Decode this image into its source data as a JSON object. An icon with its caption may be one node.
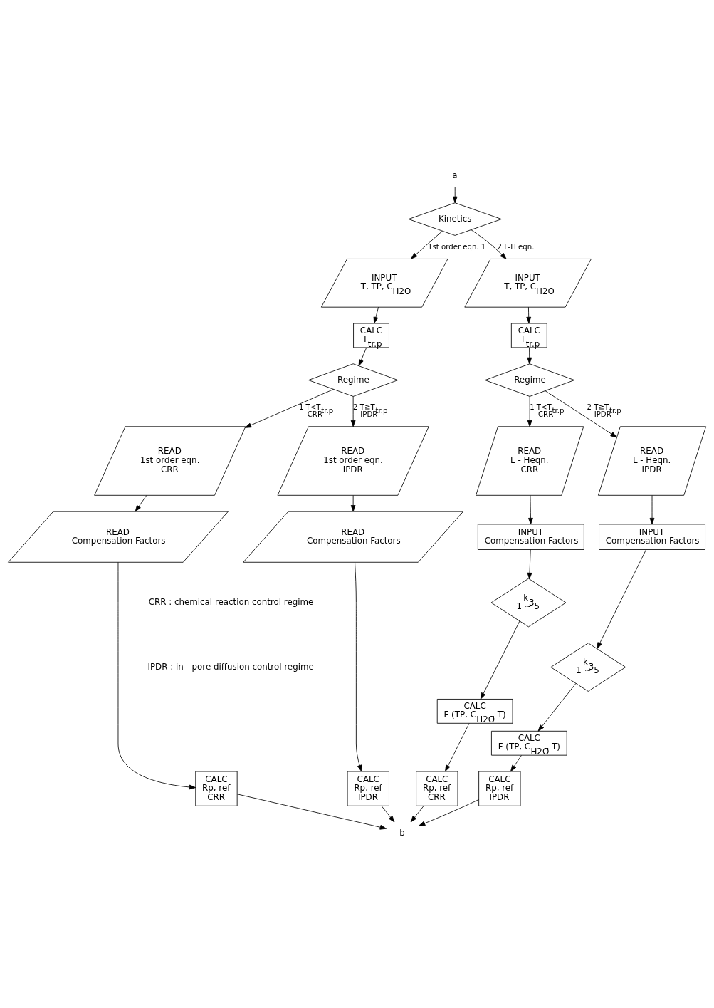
{
  "diagram": {
    "nodes": [
      {
        "text": [
          "a"
        ]
      },
      {
        "text": [
          "Kinetics"
        ]
      },
      {
        "text": [
          "INPUT",
          "T, TP, C$_{H2O}$"
        ]
      },
      {
        "text": [
          "CALC",
          "T$_{tr.p}$"
        ]
      },
      {
        "text": [
          "Regime"
        ]
      },
      {
        "text": [
          "READ",
          "1st order eqn.",
          "CRR"
        ]
      },
      {
        "text": [
          "READ",
          "1st order eqn.",
          "IPDR"
        ]
      },
      {
        "text": [
          "READ",
          "Compensation Factors"
        ]
      },
      {
        "text": [
          "READ",
          "Compensation Factors"
        ]
      },
      {
        "text": [
          "CALC",
          "Rp, ref",
          "CRR"
        ]
      },
      {
        "text": [
          "CALC",
          "Rp, ref",
          "IPDR"
        ]
      },
      {
        "text": [
          "INPUT",
          "T, TP, C$_{H2O}$"
        ]
      },
      {
        "text": [
          "CALC",
          "T$_{tr.p}$"
        ]
      },
      {
        "text": [
          "Regime"
        ]
      },
      {
        "text": [
          "READ",
          "L - Heqn.",
          "CRR"
        ]
      },
      {
        "text": [
          "READ",
          "L - Heqn.",
          "IPDR"
        ]
      },
      {
        "text": [
          "INPUT",
          "Compensation Factors"
        ]
      },
      {
        "text": [
          "INPUT",
          "Compensation Factors"
        ]
      },
      {
        "text": [
          "k$_{3}$",
          "1 ~ 5"
        ]
      },
      {
        "text": [
          "k$_{3}$",
          "1 ~ 5"
        ]
      },
      {
        "text": [
          "CALC",
          "F (TP, C$_{H2O}$, T)"
        ]
      },
      {
        "text": [
          "CALC",
          "F (TP, C$_{H2O}$, T)"
        ]
      },
      {
        "text": [
          "CALC",
          "Rp, ref",
          "CRR"
        ]
      },
      {
        "text": [
          "CALC",
          "Rp, ref",
          "IPDR"
        ]
      },
      {
        "text": [
          "b"
        ]
      }
    ],
    "edges": [
      {
        "from": 0,
        "to": 1,
        "arrow": "to"
      },
      {
        "from": 1,
        "to": 2,
        "arrow": "to",
        "label": "1st order eqn. 1"
      },
      {
        "from": 1,
        "to": 11,
        "arrow": "to",
        "label": "2 L-H eqn."
      },
      {
        "from": 2,
        "to": 3,
        "arrow": "to"
      },
      {
        "from": 3,
        "to": 4,
        "arrow": "to"
      },
      {
        "from": 4,
        "to": 5,
        "arrow": "to",
        "label": "1 T<T$_{tr.p}$ CRR"
      },
      {
        "from": 4,
        "to": 6,
        "arrow": "to",
        "label": "2 T≧T$_{tr.p}$ IPDR"
      },
      {
        "from": 5,
        "to": 7,
        "arrow": "to"
      },
      {
        "from": 6,
        "to": 8,
        "arrow": "to"
      },
      {
        "from": 7,
        "to": 9,
        "arrow": "to"
      },
      {
        "from": 8,
        "to": 10,
        "arrow": "to"
      },
      {
        "from": 11,
        "to": 12,
        "arrow": "to"
      },
      {
        "from": 12,
        "to": 13,
        "arrow": "to"
      },
      {
        "from": 13,
        "to": 14,
        "arrow": "to",
        "label": "1 T<T$_{tr.p}$ CRR"
      },
      {
        "from": 13,
        "to": 15,
        "arrow": "to",
        "label": "2 T≧T$_{tr.p}$ IPDR"
      },
      {
        "from": 14,
        "to": 16,
        "arrow": "to"
      },
      {
        "from": 15,
        "to": 17,
        "arrow": "to"
      },
      {
        "from": 16,
        "to": 18,
        "arrow": "to"
      },
      {
        "from": 17,
        "to": 19,
        "arrow": "to"
      },
      {
        "from": 18,
        "to": 20,
        "arrow": "to"
      },
      {
        "from": 19,
        "to": 21,
        "arrow": "to"
      },
      {
        "from": 20,
        "to": 22,
        "arrow": "to"
      },
      {
        "from": 21,
        "to": 23,
        "arrow": "to"
      },
      {
        "from": 9,
        "to": 24,
        "arrow": "to"
      },
      {
        "from": 10,
        "to": 24,
        "arrow": "to"
      },
      {
        "from": 22,
        "to": 24,
        "arrow": "to"
      },
      {
        "from": 23,
        "to": 24,
        "arrow": "to"
      }
    ],
    "labels": [
      "CRR : chemical reaction control regime",
      "IPDR : in - pore diffusion control regime"
    ]
  }
}
